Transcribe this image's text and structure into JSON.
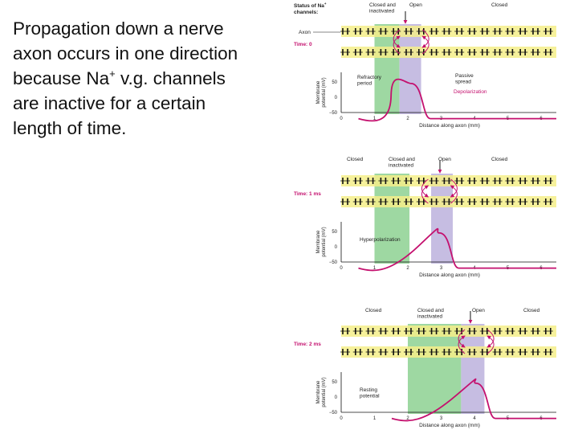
{
  "slide_text": {
    "line1": "Propagation down a nerve",
    "line2": "axon occurs in one direction",
    "line3_pre": "because Na",
    "line3_sup": "+",
    "line3_post": " v.g. channels",
    "line4": "are inactive for a certain",
    "line5": "length of time."
  },
  "header": {
    "status_line1": "Status of Na",
    "status_sup": "+",
    "status_line2": "channels:",
    "axon_label": "Axon"
  },
  "axis": {
    "xlabel": "Distance along axon (mm)",
    "ylabel_line1": "Membrane",
    "ylabel_line2": "potential (mV)",
    "y_ticks": [
      "50",
      "0",
      "−50"
    ],
    "x_ticks": [
      "0",
      "1",
      "2",
      "3",
      "4",
      "5",
      "6"
    ]
  },
  "panels": [
    {
      "time": "Time: 0",
      "status_labels": [
        "Closed and inactivated",
        "Open",
        "Closed"
      ],
      "annotations": [
        "Refractory period",
        "Passive spread",
        "Depolarization"
      ]
    },
    {
      "time": "Time: 1 ms",
      "status_labels": [
        "Closed",
        "Closed and inactivated",
        "Open",
        "Closed"
      ],
      "annotations": [
        "Hyperpolarization"
      ]
    },
    {
      "time": "Time: 2 ms",
      "status_labels": [
        "Closed",
        "Closed and inactivated",
        "Open",
        "Closed"
      ],
      "annotations": [
        "Resting potential"
      ]
    }
  ],
  "colors": {
    "axon_band": "#f4ef8a",
    "refractory": "#9ed8a2",
    "depolarized": "#c6bde2",
    "curve": "#c4106e",
    "arrows": "#c4106e",
    "label": "#c4106e"
  }
}
